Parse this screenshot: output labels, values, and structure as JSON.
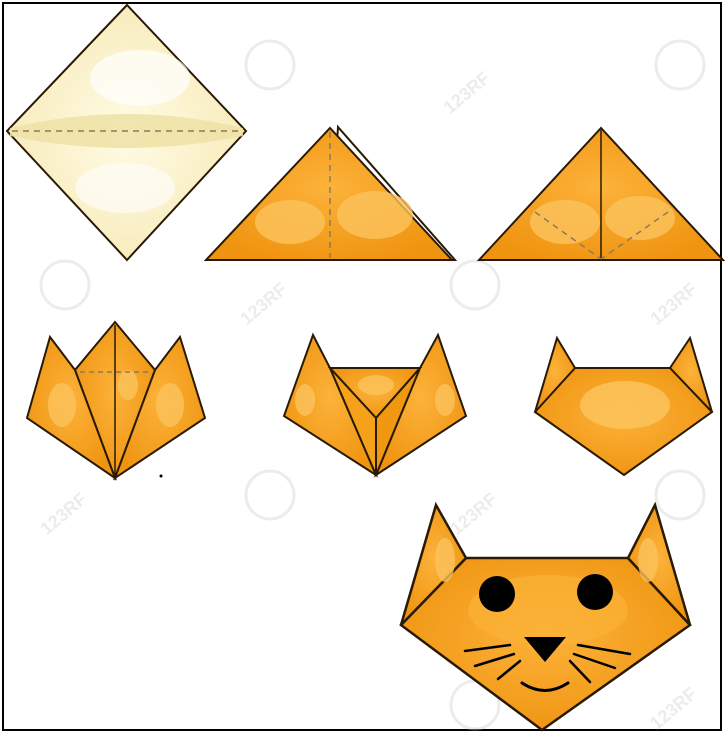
{
  "diagram": {
    "kind": "origami-folding-steps",
    "subject": "cat face",
    "step_count": 7
  },
  "colors": {
    "paper_light": "#fbf1c9",
    "paper_light_band": "#efe2a6",
    "paper_orange": "#f5a21a",
    "paper_orange_dark": "#e38c0a",
    "paper_highlight": "#fbc35c",
    "outline": "#2a1a05",
    "fold_line": "#8c7a5a",
    "features": "#000000",
    "background": "#ffffff"
  },
  "watermark": {
    "text": "123RF",
    "color": "#c9c9c9"
  }
}
